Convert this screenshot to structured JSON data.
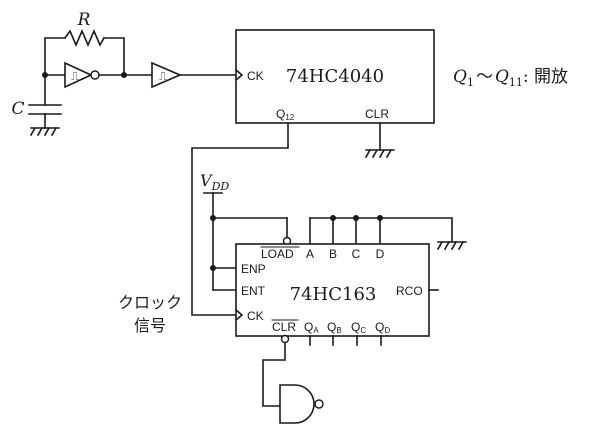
{
  "oscillator": {
    "resistor_label": "R",
    "capacitor_label": "C"
  },
  "counter_4040": {
    "name": "74HC4040",
    "clock_pin": "CK",
    "output_pin": "Q",
    "output_pin_sub": "12",
    "clear_pin": "CLR",
    "open_outputs_note": "Q",
    "note_sub_1": "1",
    "note_range": "～",
    "note_sub_2": "11",
    "note_suffix": ": 開放"
  },
  "counter_163": {
    "name": "74HC163",
    "supply_label": "V",
    "supply_sub": "DD",
    "pins": {
      "load": "LOAD",
      "a": "A",
      "b": "B",
      "c": "C",
      "d": "D",
      "enp": "ENP",
      "ent": "ENT",
      "ck": "CK",
      "rco": "RCO",
      "clr": "CLR"
    },
    "outputs": [
      {
        "base": "Q",
        "sub": "A"
      },
      {
        "base": "Q",
        "sub": "B"
      },
      {
        "base": "Q",
        "sub": "C"
      },
      {
        "base": "Q",
        "sub": "D"
      }
    ]
  },
  "clock_signal_label": {
    "line1": "クロック",
    "line2": "信号"
  },
  "schmitt_symbol": "⎍"
}
